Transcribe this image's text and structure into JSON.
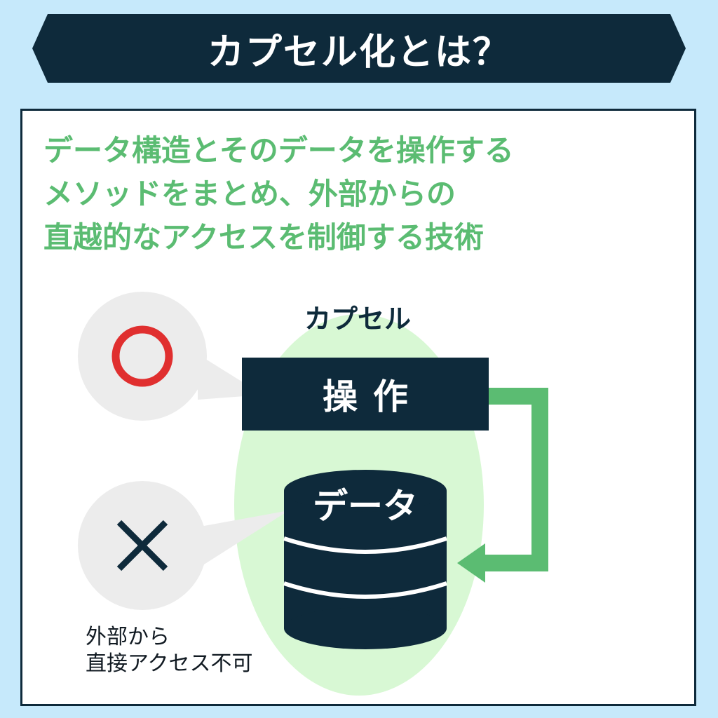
{
  "title": "カプセル化とは？",
  "description": [
    "データ構造とそのデータを操作する",
    "メソッドをまとめ、外部からの",
    "直越的なアクセスを制御する技術"
  ],
  "diagram": {
    "capsule_label": "カプセル",
    "operation_label": "操作",
    "data_label": "データ",
    "note": [
      "外部から",
      "直接アクセス不可"
    ]
  },
  "colors": {
    "background": "#c6e9fb",
    "navy": "#0e2a3b",
    "green": "#5bbc72",
    "capsule_fill": "#d8f8d4",
    "bubble": "#ececec",
    "allowed_mark": "#e02f2f"
  },
  "icons": {
    "allowed": "circle-mark-icon",
    "denied": "cross-mark-icon",
    "data_store": "database-icon"
  }
}
